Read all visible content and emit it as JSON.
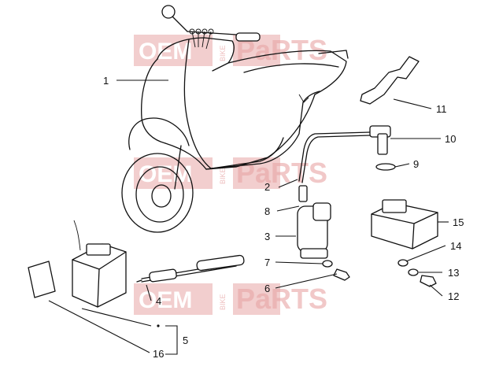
{
  "watermarks": [
    {
      "left": "OEM",
      "middle": "BIKE",
      "right": "PaRTS"
    },
    {
      "left": "OEM",
      "middle": "BIKE",
      "right": "PaRTS"
    },
    {
      "left": "OEM",
      "middle": "BIKE",
      "right": "PaRTS"
    }
  ],
  "callouts": [
    "1",
    "2",
    "3",
    "4",
    "5",
    "6",
    "7",
    "8",
    "9",
    "10",
    "11",
    "12",
    "13",
    "14",
    "15",
    "16"
  ]
}
